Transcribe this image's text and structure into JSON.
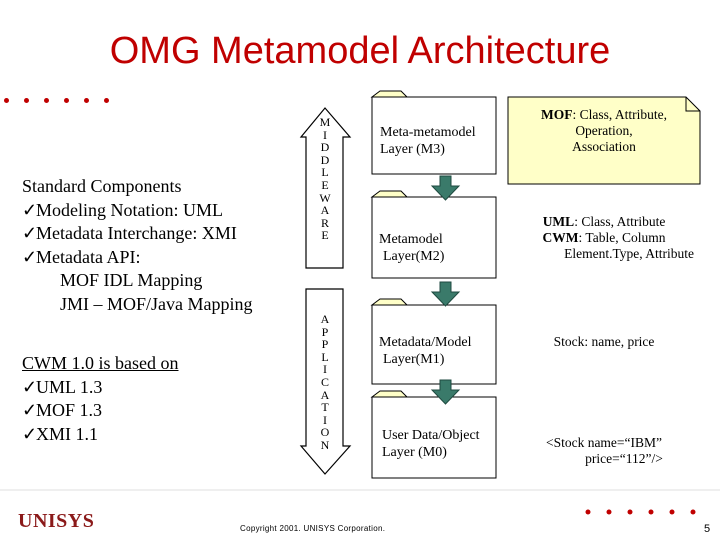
{
  "slide": {
    "title": "OMG Metamodel Architecture",
    "standard_components": {
      "heading": "Standard Components",
      "items": [
        "Modeling Notation:  UML",
        "Metadata Interchange:  XMI",
        "Metadata API:"
      ],
      "sub_items": [
        "MOF IDL Mapping",
        "JMI – MOF/Java Mapping"
      ]
    },
    "cwm": {
      "heading": "CWM 1.0 is based on",
      "items": [
        "UML 1.3",
        "MOF 1.3",
        "XMI 1.1"
      ]
    },
    "check_glyph": "✓",
    "arrows": {
      "top_letters": [
        "M",
        "I",
        "D",
        "D",
        "L",
        "E",
        "W",
        "A",
        "R",
        "E"
      ],
      "bottom_letters": [
        "A",
        "P",
        "P",
        "L",
        "I",
        "C",
        "A",
        "T",
        "I",
        "O",
        "N"
      ]
    },
    "layers": [
      {
        "line1": "Meta-metamodel",
        "line2": "Layer (M3)"
      },
      {
        "line1": "Metamodel",
        "line2": "Layer(M2)"
      },
      {
        "line1": "Metadata/Model",
        "line2": "Layer(M1)"
      },
      {
        "line1": "User Data/Object",
        "line2": "Layer (M0)"
      }
    ],
    "examples": {
      "m3": {
        "prefix": "MOF",
        "line1_rest": ": Class, Attribute,",
        "line2": "Operation,",
        "line3": "Association"
      },
      "m2": {
        "uml_prefix": "UML",
        "uml_rest": ": Class, Attribute",
        "cwm_prefix": "CWM",
        "cwm_rest": ": Table, Column",
        "line3": "Element.Type, Attribute"
      },
      "m1": {
        "text": "Stock: name, price"
      },
      "m0": {
        "line1": "<Stock name=“IBM”",
        "line2": "price=“112”/>"
      }
    },
    "footer": {
      "logo": "UNISYS",
      "copyright": "Copyright 2001.  UNISYS Corporation.",
      "page": "5"
    },
    "colors": {
      "title": "#c00000",
      "arrow_fill": "#3a7a6a",
      "logo": "#8b1a1a"
    }
  }
}
